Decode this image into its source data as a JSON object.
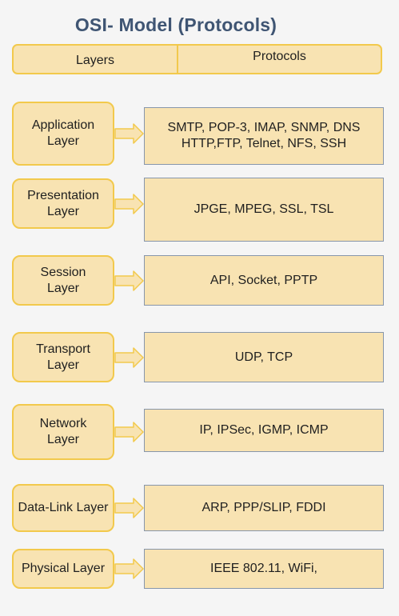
{
  "title": "OSI- Model (Protocols)",
  "header": {
    "layers": "Layers",
    "protocols": "Protocols"
  },
  "layers": [
    {
      "name": "Application\nLayer",
      "protocols": "SMTP, POP-3, IMAP, SNMP, DNS\nHTTP,FTP, Telnet, NFS, SSH"
    },
    {
      "name": "Presentation\nLayer",
      "protocols": "JPGE, MPEG, SSL, TSL"
    },
    {
      "name": "Session\nLayer",
      "protocols": "API, Socket, PPTP"
    },
    {
      "name": "Transport\nLayer",
      "protocols": "UDP, TCP"
    },
    {
      "name": "Network\nLayer",
      "protocols": "IP, IPSec, IGMP, ICMP"
    },
    {
      "name": "Data-Link Layer",
      "protocols": "ARP, PPP/SLIP, FDDI"
    },
    {
      "name": "Physical Layer",
      "protocols": "IEEE 802.11, WiFi,"
    }
  ],
  "colors": {
    "fill": "#f8e3b2",
    "layer_border": "#f2c94c",
    "protocol_border": "#8796ab",
    "title": "#3f5573"
  }
}
